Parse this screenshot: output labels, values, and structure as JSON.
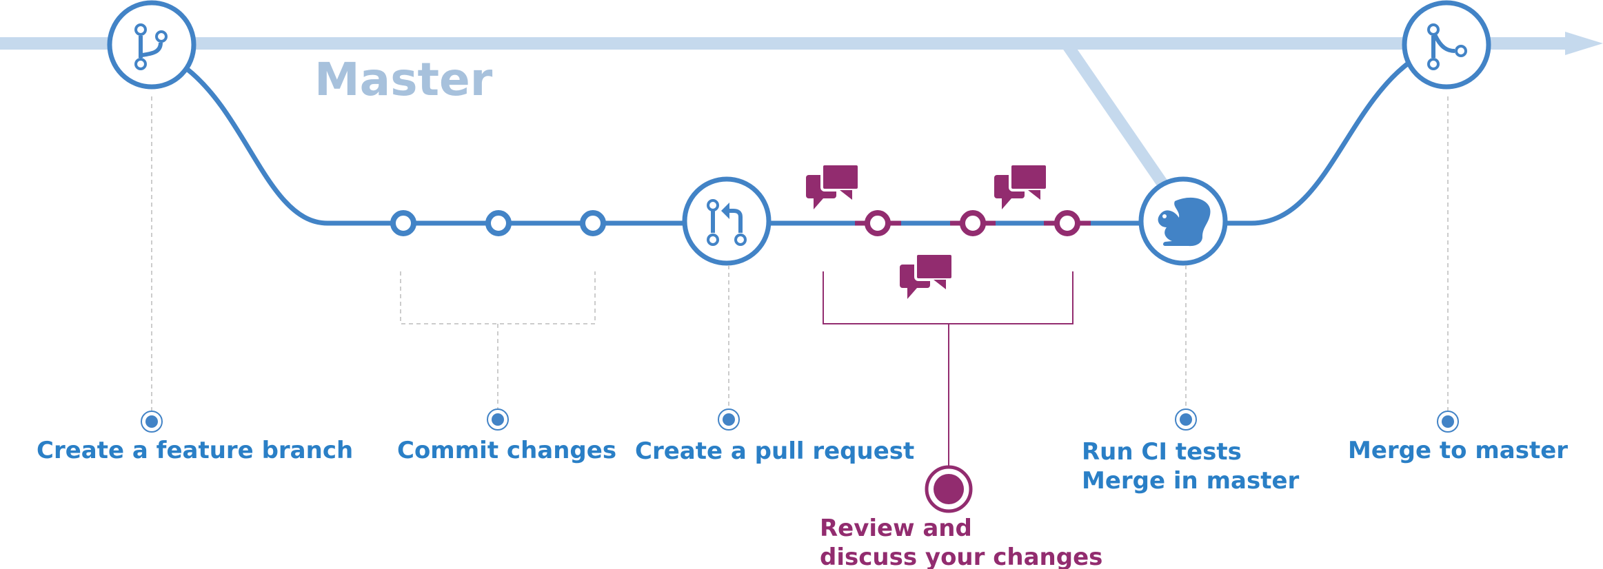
{
  "title": "Master",
  "steps": [
    {
      "id": "feature-branch",
      "label": "Create a feature branch"
    },
    {
      "id": "commit",
      "label": "Commit changes"
    },
    {
      "id": "pull-request",
      "label": "Create a pull request"
    },
    {
      "id": "review",
      "label_lines": [
        "Review and",
        "discuss your changes"
      ]
    },
    {
      "id": "ci",
      "label_lines": [
        "Run CI tests",
        "Merge in master"
      ]
    },
    {
      "id": "merge",
      "label": "Merge to master"
    }
  ],
  "icons": {
    "branch": "git-branch-icon",
    "pull_request": "git-pull-request-icon",
    "ci": "squirrel-icon",
    "merge": "git-merge-icon",
    "discussion": "speech-bubbles-icon"
  },
  "colors": {
    "blue": "#4283c6",
    "master_line": "#c5d9ed",
    "master_text": "#a7c1dc",
    "label_blue": "#2a7fc6",
    "purple": "#922c6f",
    "guide": "#cccccc"
  }
}
